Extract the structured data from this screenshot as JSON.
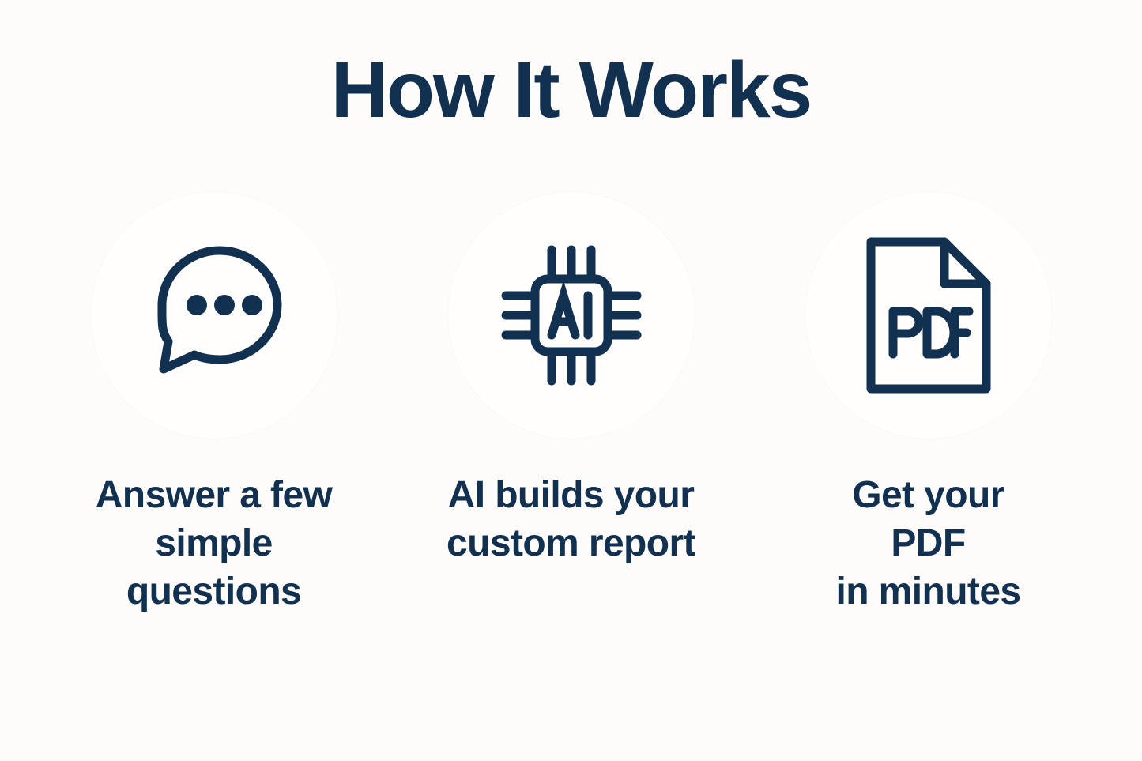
{
  "page": {
    "background_color": "#fdfcfa",
    "accent_color": "#12304f",
    "circle_color": "#fffefd"
  },
  "header": {
    "title": "How It Works"
  },
  "steps": [
    {
      "icon": "chat-bubble-dots-icon",
      "caption_lines": [
        "Answer a few",
        "simple",
        "questions"
      ],
      "caption_full": "Answer a few simple questions"
    },
    {
      "icon": "ai-chip-icon",
      "icon_label": "AI",
      "caption_lines": [
        "AI builds your",
        "custom report"
      ],
      "caption_full": "AI builds your custom report"
    },
    {
      "icon": "pdf-document-icon",
      "icon_label": "PDF",
      "caption_lines": [
        "Get your",
        "PDF",
        "in minutes"
      ],
      "caption_full": "Get your PDF in minutes"
    }
  ]
}
